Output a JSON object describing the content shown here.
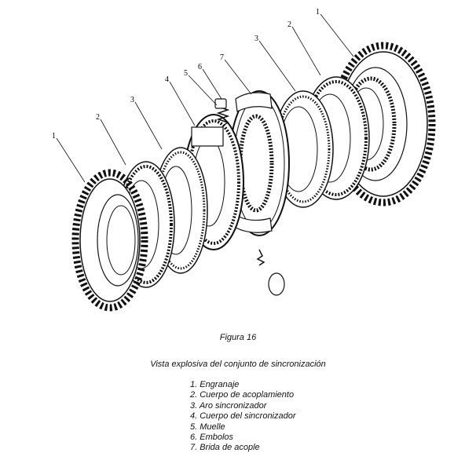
{
  "figure": {
    "callouts": [
      "1",
      "2",
      "3",
      "4",
      "5",
      "6",
      "7",
      "3",
      "2",
      "1"
    ]
  },
  "caption": "Figura 16",
  "subtitle": "Vista explosiva del conjunto de sincronización",
  "legend": [
    "1. Engranaje",
    "2. Cuerpo de acoplamiento",
    "3. Aro sincronizador",
    "4. Cuerpo del sincronizador",
    "5. Muelle",
    "6. Embolos",
    "7. Brida de acople"
  ]
}
